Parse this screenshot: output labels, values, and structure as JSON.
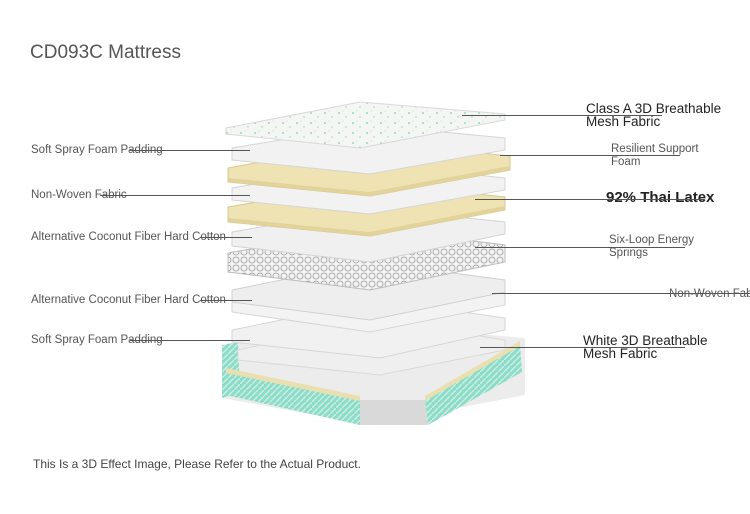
{
  "title": "CD093C Mattress",
  "footnote": "This Is a 3D Effect Image, Please Refer to the Actual Product.",
  "labels_left": [
    {
      "text": "Soft Spray Foam Padding"
    },
    {
      "text": "Non-Woven Fabric"
    },
    {
      "text": "Alternative Coconut Fiber Hard Cotton"
    },
    {
      "text": "Alternative Coconut Fiber Hard Cotton"
    },
    {
      "text": "Soft Spray Foam Padding"
    }
  ],
  "labels_right": [
    {
      "line1": "Class A 3D Breathable",
      "line2": "Mesh Fabric"
    },
    {
      "line1": "Resilient Support",
      "line2": "Foam"
    },
    {
      "line1": "92% Thai Latex",
      "line2": ""
    },
    {
      "line1": "Six-Loop Energy",
      "line2": "Springs"
    },
    {
      "line1": "Non-Woven Fab",
      "line2": ""
    },
    {
      "line1": "White 3D Breathable",
      "line2": "Mesh Fabric"
    }
  ],
  "colors": {
    "latex": "#efe3b4",
    "mint": "#7fd6c0",
    "layer": "#f2f2f2",
    "edge": "#dcdcdc"
  }
}
